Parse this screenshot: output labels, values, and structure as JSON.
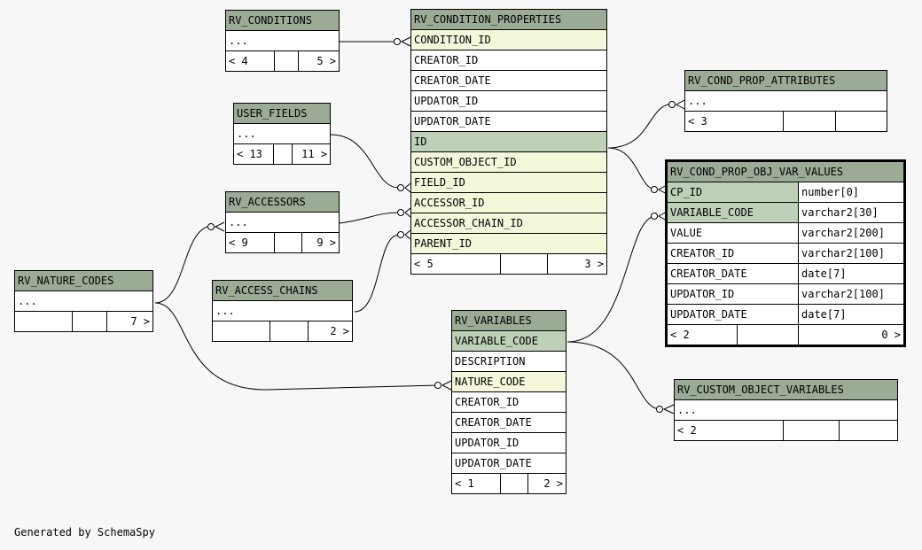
{
  "footer_text": "Generated by SchemaSpy",
  "tables": {
    "rv_conditions": {
      "name": "RV_CONDITIONS",
      "ellipsis": "...",
      "foot_left": "< 4",
      "foot_right": "5 >"
    },
    "user_fields": {
      "name": "USER_FIELDS",
      "ellipsis": "...",
      "foot_left": "< 13",
      "foot_right": "11 >"
    },
    "rv_accessors": {
      "name": "RV_ACCESSORS",
      "ellipsis": "...",
      "foot_left": "< 9",
      "foot_right": "9 >"
    },
    "rv_nature_codes": {
      "name": "RV_NATURE_CODES",
      "ellipsis": "...",
      "foot_left": "",
      "foot_right": "7 >"
    },
    "rv_access_chains": {
      "name": "RV_ACCESS_CHAINS",
      "ellipsis": "...",
      "foot_left": "",
      "foot_right": "2 >"
    },
    "rv_condition_properties": {
      "name": "RV_CONDITION_PROPERTIES",
      "columns": [
        "CONDITION_ID",
        "CREATOR_ID",
        "CREATOR_DATE",
        "UPDATOR_ID",
        "UPDATOR_DATE",
        "ID",
        "CUSTOM_OBJECT_ID",
        "FIELD_ID",
        "ACCESSOR_ID",
        "ACCESSOR_CHAIN_ID",
        "PARENT_ID"
      ],
      "foot_left": "< 5",
      "foot_right": "3 >"
    },
    "rv_cond_prop_attributes": {
      "name": "RV_COND_PROP_ATTRIBUTES",
      "ellipsis": "...",
      "foot_left": "< 3",
      "foot_right": ""
    },
    "rv_cond_prop_obj_var_values": {
      "name": "RV_COND_PROP_OBJ_VAR_VALUES",
      "columns": [
        {
          "name": "CP_ID",
          "type": "number[0]"
        },
        {
          "name": "VARIABLE_CODE",
          "type": "varchar2[30]"
        },
        {
          "name": "VALUE",
          "type": "varchar2[200]"
        },
        {
          "name": "CREATOR_ID",
          "type": "varchar2[100]"
        },
        {
          "name": "CREATOR_DATE",
          "type": "date[7]"
        },
        {
          "name": "UPDATOR_ID",
          "type": "varchar2[100]"
        },
        {
          "name": "UPDATOR_DATE",
          "type": "date[7]"
        }
      ],
      "foot_left": "< 2",
      "foot_right": "0 >"
    },
    "rv_variables": {
      "name": "RV_VARIABLES",
      "columns": [
        "VARIABLE_CODE",
        "DESCRIPTION",
        "NATURE_CODE",
        "CREATOR_ID",
        "CREATOR_DATE",
        "UPDATOR_ID",
        "UPDATOR_DATE"
      ],
      "foot_left": "< 1",
      "foot_right": "2 >"
    },
    "rv_custom_object_variables": {
      "name": "RV_CUSTOM_OBJECT_VARIABLES",
      "ellipsis": "...",
      "foot_left": "< 2",
      "foot_right": ""
    }
  }
}
